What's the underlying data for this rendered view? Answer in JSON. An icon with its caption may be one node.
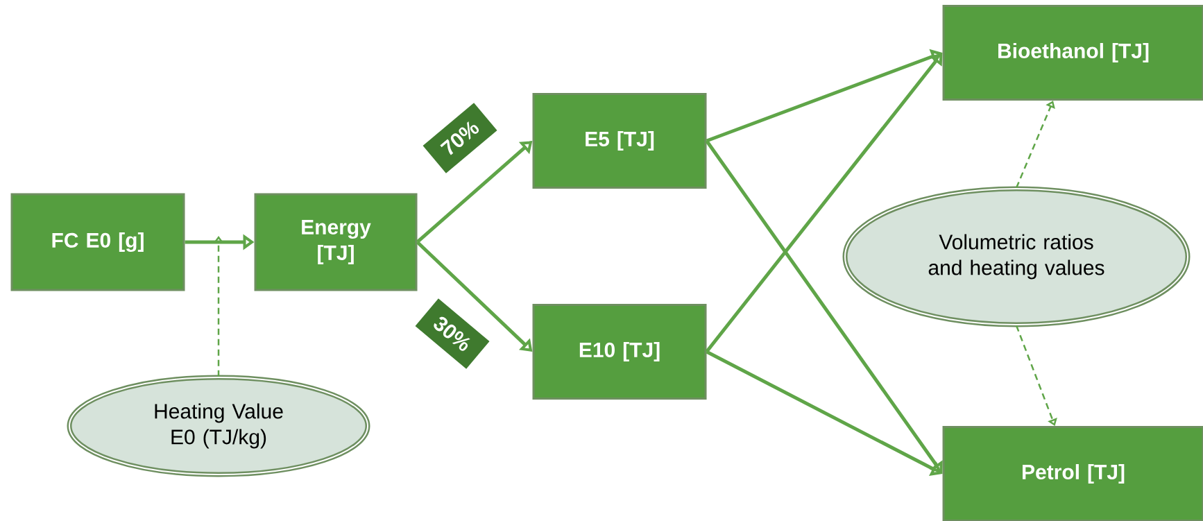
{
  "diagram": {
    "nodes": [
      {
        "text": [
          "FC  E0 [g]"
        ]
      },
      {
        "text": [
          "Energy [TJ]"
        ]
      },
      {
        "text": [
          "E5 [TJ]"
        ]
      },
      {
        "text": [
          "E10 [TJ]"
        ]
      },
      {
        "text": [
          "Bioethanol [TJ]"
        ]
      },
      {
        "text": [
          "Petrol [TJ]"
        ]
      },
      {
        "text": [
          "Heating Value E0 (TJ/kg)"
        ]
      },
      {
        "text": [
          "Volumetric ratios and heating values"
        ]
      }
    ],
    "edges": [
      {
        "from": 0,
        "to": 1,
        "arrow": "to"
      },
      {
        "from": 6,
        "to": null,
        "arrow": "to",
        "style": "dashed"
      },
      {
        "from": 1,
        "to": 2,
        "arrow": "to",
        "label": "70%"
      },
      {
        "from": 1,
        "to": 3,
        "arrow": "to",
        "label": "30%"
      },
      {
        "from": 2,
        "to": 4,
        "arrow": "to"
      },
      {
        "from": 2,
        "to": 5,
        "arrow": "to"
      },
      {
        "from": 3,
        "to": 4,
        "arrow": "to"
      },
      {
        "from": 3,
        "to": 5,
        "arrow": "to"
      },
      {
        "from": 7,
        "to": 4,
        "arrow": "to",
        "style": "dashed"
      },
      {
        "from": 7,
        "to": 5,
        "arrow": "to",
        "style": "dashed"
      }
    ]
  }
}
